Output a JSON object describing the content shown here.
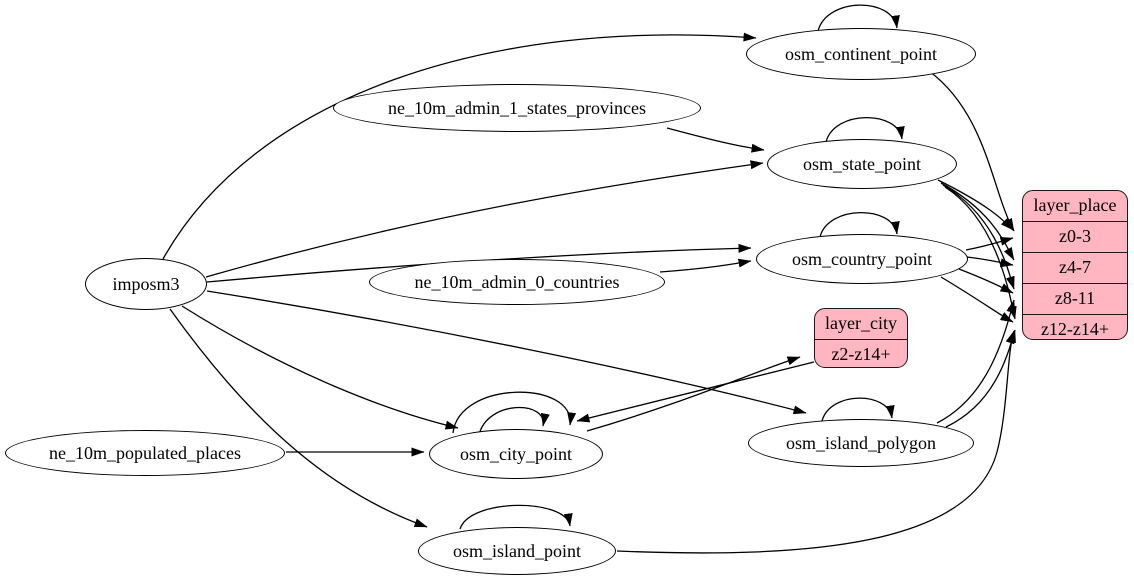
{
  "diagram": {
    "kind": "etl-dependency-graph",
    "nodes": {
      "imposm3": "imposm3",
      "ne_10m_admin_1_states_provinces": "ne_10m_admin_1_states_provinces",
      "ne_10m_admin_0_countries": "ne_10m_admin_0_countries",
      "ne_10m_populated_places": "ne_10m_populated_places",
      "osm_continent_point": "osm_continent_point",
      "osm_state_point": "osm_state_point",
      "osm_country_point": "osm_country_point",
      "osm_city_point": "osm_city_point",
      "osm_island_polygon": "osm_island_polygon",
      "osm_island_point": "osm_island_point"
    },
    "records": {
      "layer_city": {
        "title": "layer_city",
        "rows": [
          "z2-z14+"
        ]
      },
      "layer_place": {
        "title": "layer_place",
        "rows": [
          "z0-3",
          "z4-7",
          "z8-11",
          "z12-z14+"
        ]
      }
    },
    "edges": [
      "imposm3 -> osm_continent_point",
      "imposm3 -> osm_state_point",
      "imposm3 -> osm_country_point",
      "imposm3 -> osm_city_point",
      "imposm3 -> osm_island_polygon",
      "imposm3 -> osm_island_point",
      "ne_10m_admin_1_states_provinces -> osm_state_point",
      "ne_10m_admin_0_countries -> osm_country_point",
      "ne_10m_populated_places -> osm_city_point",
      "osm_continent_point -> osm_continent_point",
      "osm_state_point -> osm_state_point",
      "osm_country_point -> osm_country_point",
      "osm_city_point -> osm_city_point",
      "osm_city_point -> osm_city_point (2nd generalization loop)",
      "osm_island_polygon -> osm_island_polygon",
      "osm_island_point -> osm_island_point",
      "osm_continent_point -> layer_place:z0-3",
      "osm_state_point -> layer_place:z0-3",
      "osm_state_point -> layer_place:z4-7",
      "osm_state_point -> layer_place:z8-11",
      "osm_state_point -> layer_place:z12-z14+",
      "osm_country_point -> layer_place:z0-3",
      "osm_country_point -> layer_place:z4-7",
      "osm_country_point -> layer_place:z8-11",
      "osm_country_point -> layer_place:z12-z14+",
      "osm_island_polygon -> layer_place:z8-11",
      "osm_island_polygon -> layer_place:z12-z14+",
      "osm_island_point -> layer_place:z12-z14+",
      "osm_city_point -> layer_city:z2-z14+",
      "layer_city -> osm_city_point"
    ],
    "colors": {
      "record_fill": "#ffb6c1",
      "node_fill": "#ffffff",
      "stroke": "#000000",
      "background": "#ffffff"
    }
  }
}
